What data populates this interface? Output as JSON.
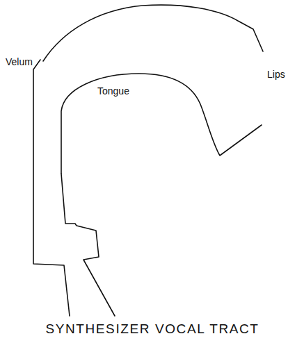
{
  "diagram": {
    "caption": "SYNTHESIZER VOCAL TRACT",
    "labels": [
      "Velum",
      "Tongue",
      "Lips"
    ]
  }
}
